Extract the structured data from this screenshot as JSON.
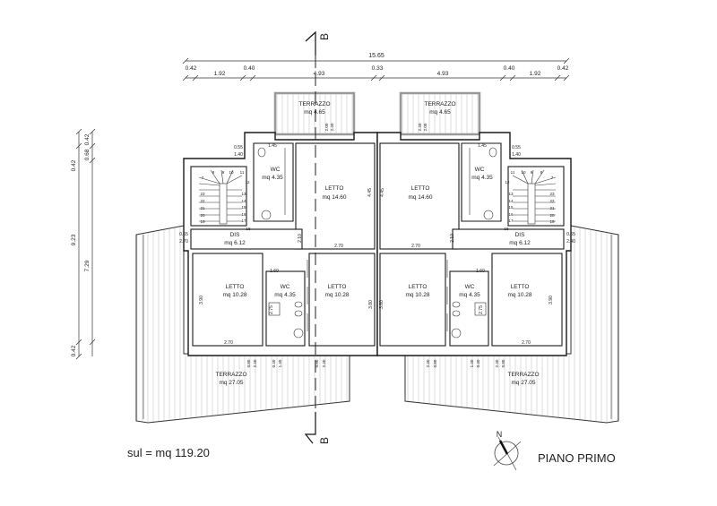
{
  "title": "PIANO PRIMO",
  "sul": "sul = mq 119.20",
  "north_label": "N",
  "section_label": "B",
  "dims_top": {
    "total": "15.65",
    "segments": [
      "0.42",
      "1.92",
      "0.40",
      "4.93",
      "0.33",
      "4.93",
      "0.40",
      "1.92",
      "0.42"
    ]
  },
  "dims_left": {
    "outer": [
      "0.42",
      "9.23",
      "0.42"
    ],
    "inner": [
      "0.42",
      "0.68",
      "7.29"
    ]
  },
  "units": [
    {
      "terrace_small": {
        "name": "TERRAZZO",
        "area": "mq 4.65"
      },
      "wc_upper": {
        "name": "WC",
        "area": "mq 4.35"
      },
      "letto_large": {
        "name": "LETTO",
        "area": "mq 14.60"
      },
      "dis": {
        "name": "DIS",
        "area": "mq 6.12"
      },
      "letto_a": {
        "name": "LETTO",
        "area": "mq 10.28"
      },
      "wc_lower": {
        "name": "WC",
        "area": "mq 4.35"
      },
      "letto_b": {
        "name": "LETTO",
        "area": "mq 10.28"
      },
      "terrace_large": {
        "name": "TERRAZZO",
        "area": "mq 27.05"
      },
      "dims": {
        "w145": "1.45",
        "d055": "0.55",
        "d140": "1.40",
        "h445": "4.45",
        "w270a": "2.70",
        "h210": "2.10",
        "dis_a": "0.65",
        "dis_b": "2.70",
        "w160": "1.60",
        "h390": "3.90",
        "h275": "2.75",
        "h380": "3.80",
        "w270b": "2.70",
        "t_top": [
          "2.00",
          "2.40"
        ],
        "t_bottom": [
          "0.80",
          "2.40",
          "0.40",
          "1.40",
          "0.80",
          "2.40"
        ]
      },
      "stair_numbers": [
        "7",
        "8",
        "9",
        "10",
        "11",
        "12",
        "13",
        "14",
        "15",
        "16",
        "17",
        "18",
        "19",
        "20",
        "21",
        "22",
        "23"
      ]
    },
    {
      "terrace_small": {
        "name": "TERRAZZO",
        "area": "mq 4.65"
      },
      "wc_upper": {
        "name": "WC",
        "area": "mq 4.35"
      },
      "letto_large": {
        "name": "LETTO",
        "area": "mq 14.60"
      },
      "dis": {
        "name": "DIS",
        "area": "mq 6.12"
      },
      "letto_a": {
        "name": "LETTO",
        "area": "mq 10.28"
      },
      "wc_lower": {
        "name": "WC",
        "area": "mq 4.35"
      },
      "letto_b": {
        "name": "LETTO",
        "area": "mq 10.28"
      },
      "terrace_large": {
        "name": "TERRAZZO",
        "area": "mq 27.05"
      },
      "dims": {
        "w145": "1.45",
        "d055": "0.55",
        "d140": "1.40",
        "h445": "4.45",
        "w270a": "2.70",
        "h210": "2.10",
        "dis_a": "0.65",
        "dis_b": "2.40",
        "w160": "1.60",
        "h390": "3.90",
        "h275": "2.75",
        "h380": "3.80",
        "w270b": "2.70",
        "t_top": [
          "2.00",
          "2.40"
        ],
        "t_bottom": [
          "0.80",
          "2.40",
          "0.40",
          "1.40",
          "0.80",
          "2.40"
        ]
      },
      "stair_numbers": [
        "7",
        "8",
        "9",
        "10",
        "11",
        "12",
        "13",
        "14",
        "15",
        "16",
        "17",
        "18",
        "19",
        "20",
        "21",
        "22",
        "23"
      ]
    }
  ]
}
